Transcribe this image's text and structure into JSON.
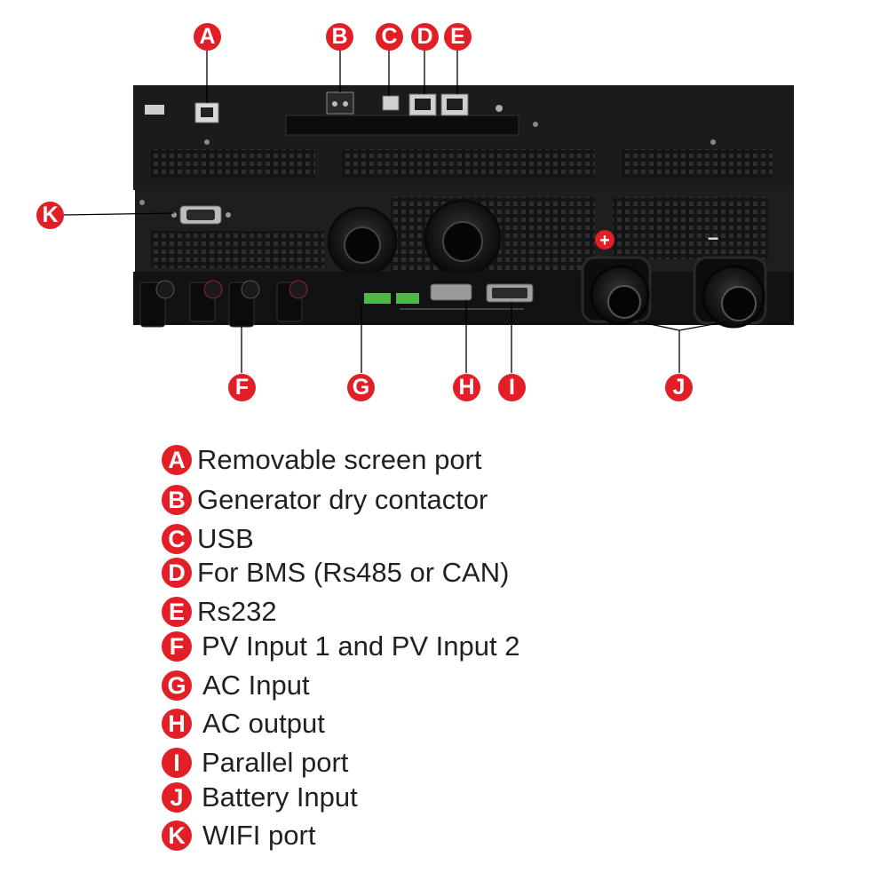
{
  "callouts": {
    "A": "A",
    "B": "B",
    "C": "C",
    "D": "D",
    "E": "E",
    "F": "F",
    "G": "G",
    "H": "H",
    "I": "I",
    "J": "J",
    "K": "K"
  },
  "panel_marks": {
    "plus": "+",
    "minus": "−"
  },
  "legend": [
    {
      "letter": "A",
      "label": "Removable screen port"
    },
    {
      "letter": "B",
      "label": "Generator dry contactor"
    },
    {
      "letter": "C",
      "label": "USB"
    },
    {
      "letter": "D",
      "label": "For BMS (Rs485 or CAN)"
    },
    {
      "letter": "E",
      "label": "Rs232"
    },
    {
      "letter": "F",
      "label": "PV Input 1 and PV Input 2"
    },
    {
      "letter": "G",
      "label": "AC Input"
    },
    {
      "letter": "H",
      "label": "AC output"
    },
    {
      "letter": "I",
      "label": "Parallel port"
    },
    {
      "letter": "J",
      "label": "Battery Input"
    },
    {
      "letter": "K",
      "label": "WIFI port"
    }
  ],
  "colors": {
    "badge": "#e21f26",
    "panel": "#1b1b1d",
    "leader": "#000000"
  }
}
